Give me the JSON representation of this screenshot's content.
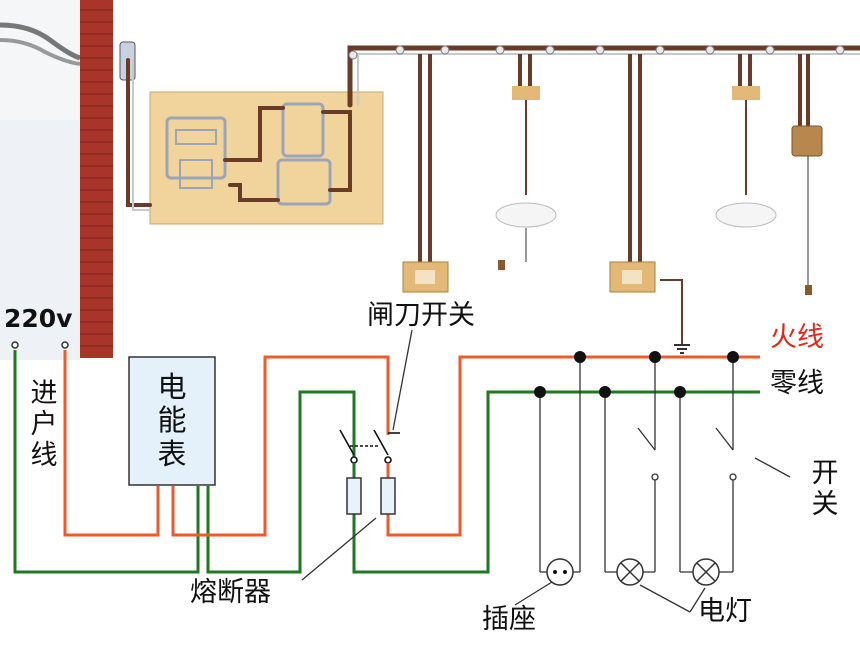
{
  "labels": {
    "voltage": "220v",
    "incoming_line": "进户线",
    "meter": "电能表",
    "knife_switch": "闸刀开关",
    "live_wire": "火线",
    "neutral_wire": "零线",
    "switch": "开关",
    "fuse": "熔断器",
    "socket": "插座",
    "lamp": "电灯"
  },
  "colors": {
    "live": "#ef5a2a",
    "neutral": "#1f7a1f",
    "meter_fill": "#e4f1fb",
    "board": "#f1d49b",
    "brick": "#a8342a",
    "label_red": "#e8241a"
  }
}
